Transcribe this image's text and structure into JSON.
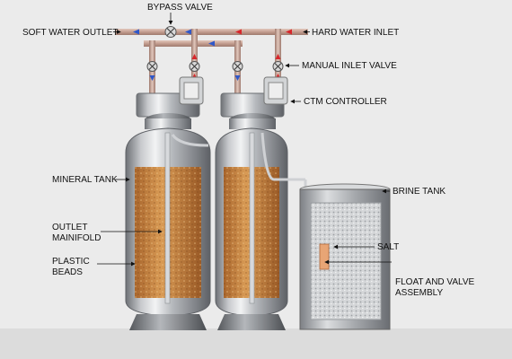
{
  "labels": {
    "bypass_valve": "BYPASS VALVE",
    "soft_water_outlet": "SOFT WATER OUTLET",
    "hard_water_inlet": "HARD WATER INLET",
    "manual_inlet_valve": "MANUAL INLET VALVE",
    "ctm_controller": "CTM CONTROLLER",
    "mineral_tank": "MINERAL TANK",
    "brine_tank": "BRINE TANK",
    "outlet_manifold_line1": "OUTLET",
    "outlet_manifold_line2": "MAINIFOLD",
    "salt": "SALT",
    "plastic_beads_line1": "PLASTIC",
    "plastic_beads_line2": "BEADS",
    "float_valve_line1": "FLOAT AND VALVE",
    "float_valve_line2": "ASSEMBLY"
  },
  "colors": {
    "background": "#ebebeb",
    "pipe": "#c9a79a",
    "soft_flow": "#2f57c9",
    "hard_flow": "#d8262b",
    "resin": "#c98a4a",
    "tank_steel": "#b9bcc0",
    "float": "#e8a575"
  }
}
